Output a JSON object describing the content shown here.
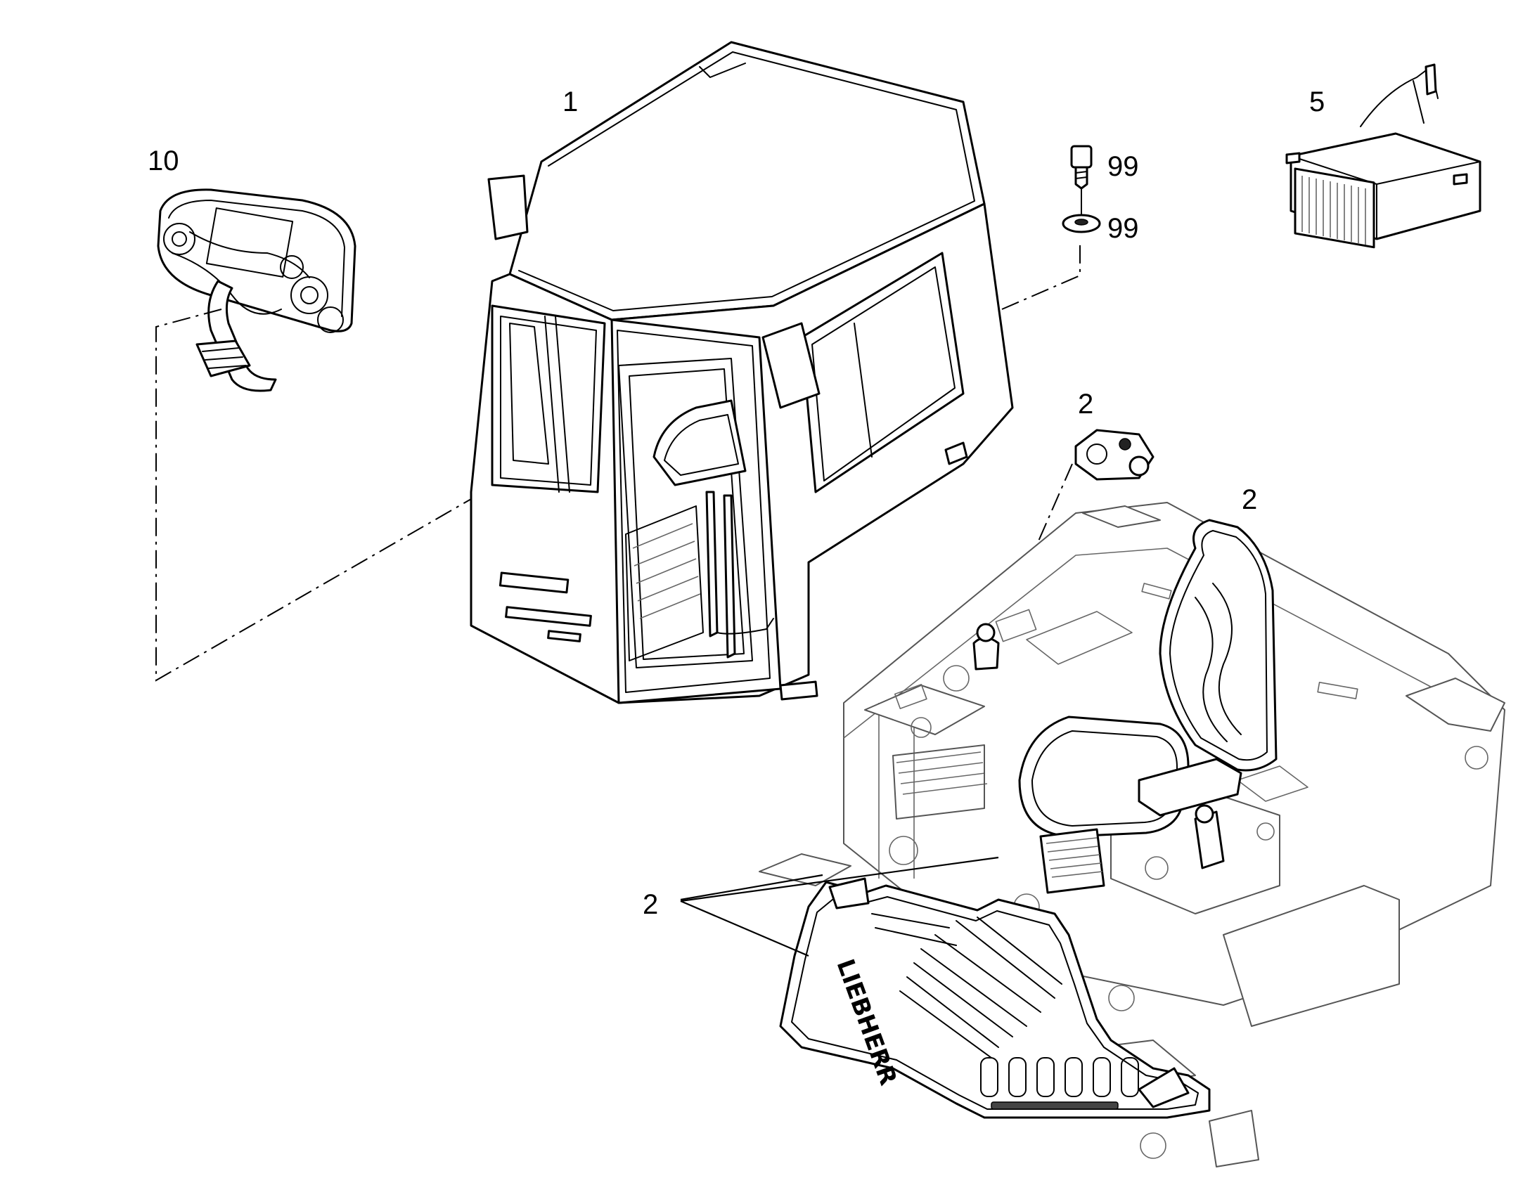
{
  "callouts": {
    "c1": "1",
    "c10": "10",
    "c99_bolt": "99",
    "c99_washer": "99",
    "c5": "5",
    "c2_switch": "2",
    "c2_seat": "2",
    "c2_floor": "2"
  },
  "floor_mat_logo": "LIEBHERR"
}
